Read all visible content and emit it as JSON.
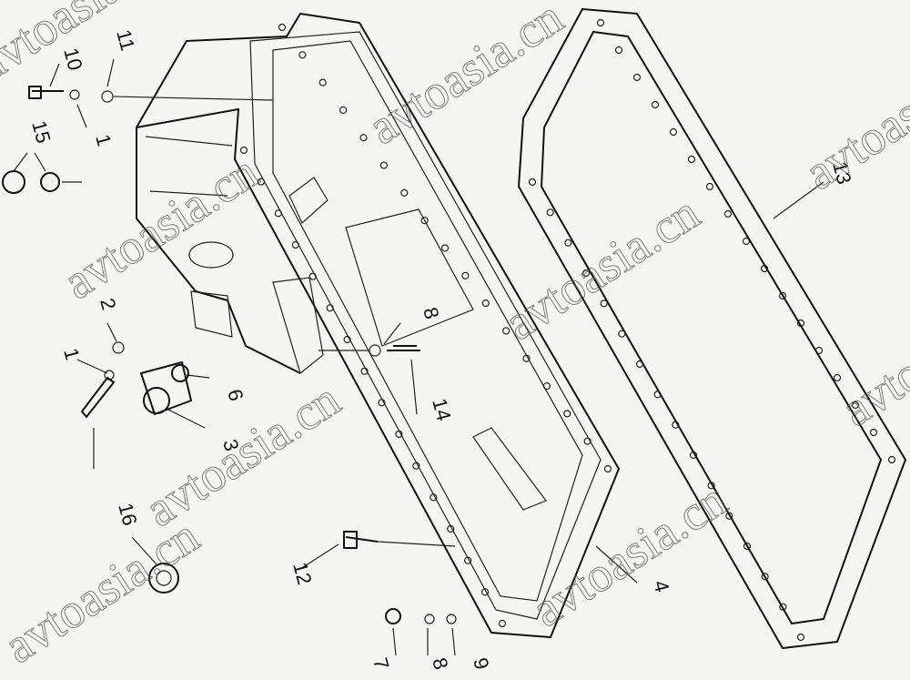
{
  "watermark": "avtoasia.cn",
  "callouts": [
    "10",
    "11",
    "1",
    "15",
    "2",
    "1",
    "6",
    "3",
    "16",
    "8",
    "14",
    "12",
    "4",
    "7",
    "8",
    "9",
    "13"
  ]
}
